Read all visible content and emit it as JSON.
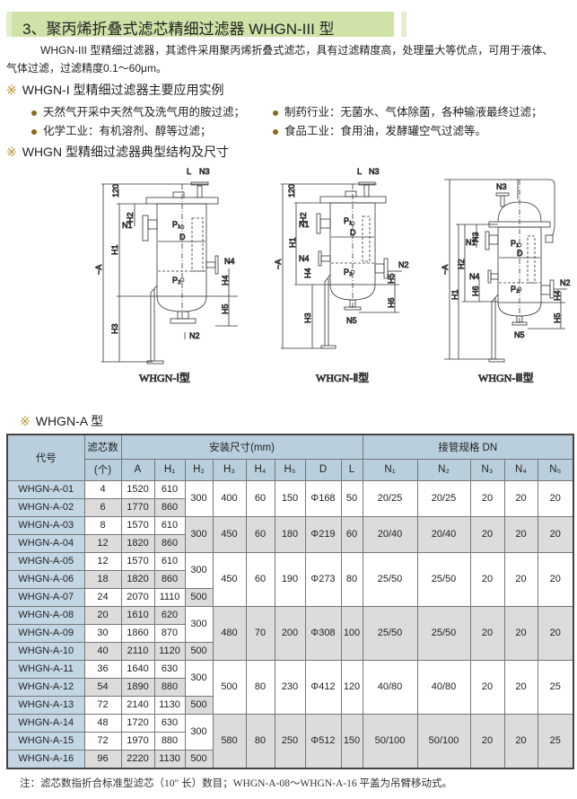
{
  "title": "3、聚丙烯折叠式滤芯精细过滤器 WHGN-III 型",
  "intro": [
    "WHGN-III 型精细过滤器，其滤件采用聚丙烯折叠式滤芯，具有过滤精度高，处理量大等优点，可用于液体、",
    "气体过滤，过滤精度0.1～60μm。"
  ],
  "section1": {
    "mark": "※",
    "title": "WHGN-I 型精细过滤器主要应用实例"
  },
  "applications": [
    "天然气开采中天然气及洗气用的胺过滤；",
    "制药行业：无菌水、气体除菌，各种输液最终过滤；",
    "化学工业：有机溶剂、醇等过滤；",
    "食品工业：食用油，发酵罐空气过滤等。"
  ],
  "section2": {
    "mark": "※",
    "title": "WHGN 型精细过滤器典型结构及尺寸"
  },
  "diagrams": [
    {
      "caption": "WHGN-Ⅰ型",
      "labels": [
        "L",
        "N3",
        "120",
        "H2",
        "N1",
        "H1",
        "~A",
        "H3",
        "D",
        "P₁",
        "P₂",
        "N4",
        "H4",
        "H5",
        "N2"
      ]
    },
    {
      "caption": "WHGN-Ⅱ型",
      "labels": [
        "L",
        "N3",
        "120",
        "H2",
        "N1",
        "H1",
        "~A",
        "H3",
        "D",
        "P₁",
        "P₂",
        "N4",
        "H4",
        "N2",
        "H5",
        "H6",
        "N5"
      ]
    },
    {
      "caption": "WHGN-Ⅲ型",
      "labels": [
        "N3",
        "H3",
        "N1",
        "H2",
        "H1",
        "~A",
        "N4",
        "H6",
        "D",
        "P₁",
        "P₂",
        "N2",
        "H4",
        "H5",
        "N5"
      ]
    }
  ],
  "section3": {
    "mark": "※",
    "title": "WHGN-A 型"
  },
  "table": {
    "headers": {
      "code": "代号",
      "count": "滤芯数",
      "count_unit": "(个)",
      "install": "安装尺寸(mm)",
      "pipe": "接管规格 DN",
      "cols": [
        "A",
        "H₁",
        "H₂",
        "H₃",
        "H₄",
        "H₅",
        "D",
        "L",
        "N₁",
        "N₂",
        "N₃",
        "N₄",
        "N₅"
      ]
    },
    "groups": [
      {
        "rows": [
          {
            "code": "WHGN-A-01",
            "count": "4",
            "A": "1520",
            "H1": "610"
          },
          {
            "code": "WHGN-A-02",
            "count": "6",
            "A": "1770",
            "H1": "860"
          }
        ],
        "h2": [
          {
            "value": "300",
            "span": 2
          }
        ],
        "shared": [
          "400",
          "60",
          "150",
          "Φ168",
          "50",
          "20/25",
          "20/25",
          "20",
          "20",
          "20"
        ]
      },
      {
        "rows": [
          {
            "code": "WHGN-A-03",
            "count": "8",
            "A": "1570",
            "H1": "610"
          },
          {
            "code": "WHGN-A-04",
            "count": "12",
            "A": "1820",
            "H1": "860"
          }
        ],
        "h2": [
          {
            "value": "300",
            "span": 2
          }
        ],
        "shared": [
          "450",
          "60",
          "180",
          "Φ219",
          "60",
          "20/40",
          "20/40",
          "20",
          "20",
          "20"
        ]
      },
      {
        "rows": [
          {
            "code": "WHGN-A-05",
            "count": "12",
            "A": "1570",
            "H1": "610"
          },
          {
            "code": "WHGN-A-06",
            "count": "18",
            "A": "1820",
            "H1": "860"
          },
          {
            "code": "WHGN-A-07",
            "count": "24",
            "A": "2070",
            "H1": "1110"
          }
        ],
        "h2": [
          {
            "value": "300",
            "span": 2
          },
          {
            "value": "500",
            "span": 1
          }
        ],
        "shared": [
          "450",
          "60",
          "190",
          "Φ273",
          "80",
          "25/50",
          "25/50",
          "20",
          "20",
          "20"
        ]
      },
      {
        "rows": [
          {
            "code": "WHGN-A-08",
            "count": "20",
            "A": "1610",
            "H1": "620"
          },
          {
            "code": "WHGN-A-09",
            "count": "30",
            "A": "1860",
            "H1": "870"
          },
          {
            "code": "WHGN-A-10",
            "count": "40",
            "A": "2110",
            "H1": "1120"
          }
        ],
        "h2": [
          {
            "value": "300",
            "span": 2
          },
          {
            "value": "500",
            "span": 1
          }
        ],
        "shared": [
          "480",
          "70",
          "200",
          "Φ308",
          "100",
          "25/50",
          "25/50",
          "20",
          "20",
          "20"
        ]
      },
      {
        "rows": [
          {
            "code": "WHGN-A-11",
            "count": "36",
            "A": "1640",
            "H1": "630"
          },
          {
            "code": "WHGN-A-12",
            "count": "54",
            "A": "1890",
            "H1": "880"
          },
          {
            "code": "WHGN-A-13",
            "count": "72",
            "A": "2140",
            "H1": "1130"
          }
        ],
        "h2": [
          {
            "value": "300",
            "span": 2
          },
          {
            "value": "500",
            "span": 1
          }
        ],
        "shared": [
          "500",
          "80",
          "230",
          "Φ412",
          "120",
          "40/80",
          "40/80",
          "20",
          "20",
          "25"
        ]
      },
      {
        "rows": [
          {
            "code": "WHGN-A-14",
            "count": "48",
            "A": "1720",
            "H1": "630"
          },
          {
            "code": "WHGN-A-15",
            "count": "72",
            "A": "1970",
            "H1": "880"
          },
          {
            "code": "WHGN-A-16",
            "count": "96",
            "A": "2220",
            "H1": "1130"
          }
        ],
        "h2": [
          {
            "value": "300",
            "span": 2
          },
          {
            "value": "500",
            "span": 1
          }
        ],
        "shared": [
          "580",
          "80",
          "250",
          "Φ512",
          "150",
          "50/100",
          "50/100",
          "20",
          "20",
          "25"
        ]
      }
    ]
  },
  "note": "注：滤芯数指折合标准型滤芯（10″ 长）数目；WHGN-A-08～WHGN-A-16 平盖为吊臂移动式。"
}
